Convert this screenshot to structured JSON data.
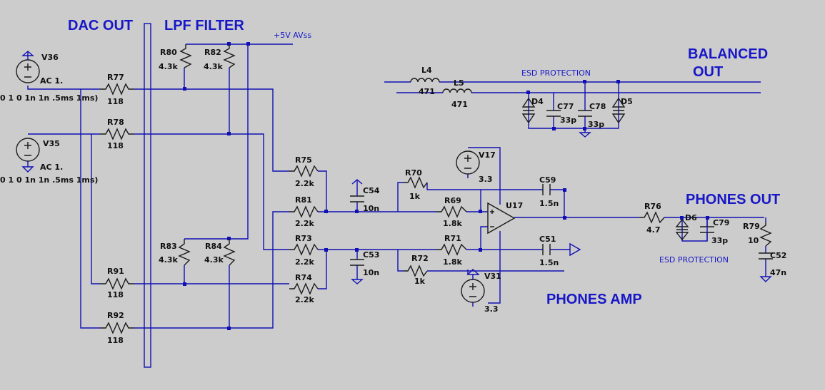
{
  "headings": {
    "dac_out": "DAC OUT",
    "lpf_filter": "LPF FILTER",
    "balanced_out_1": "BALANCED",
    "balanced_out_2": "OUT",
    "phones_out": "PHONES OUT",
    "phones_amp": "PHONES AMP"
  },
  "nets": {
    "supply": "+5V AVss",
    "esd_top": "ESD PROTECTION",
    "esd_bottom": "ESD PROTECTION"
  },
  "sources": {
    "v36": {
      "name": "V36",
      "value": "AC 1.",
      "spec": "0 1 0 1n 1n .5ms 1ms)"
    },
    "v35": {
      "name": "V35",
      "value": "AC 1.",
      "spec": "0 1 0 1n 1n .5ms 1ms)"
    },
    "v17": {
      "name": "V17",
      "value": "3.3"
    },
    "v31": {
      "name": "V31",
      "value": "3.3"
    }
  },
  "resistors": {
    "r77": {
      "name": "R77",
      "value": "118"
    },
    "r78": {
      "name": "R78",
      "value": "118"
    },
    "r91": {
      "name": "R91",
      "value": "118"
    },
    "r92": {
      "name": "R92",
      "value": "118"
    },
    "r80": {
      "name": "R80",
      "value": "4.3k"
    },
    "r82": {
      "name": "R82",
      "value": "4.3k"
    },
    "r83": {
      "name": "R83",
      "value": "4.3k"
    },
    "r84": {
      "name": "R84",
      "value": "4.3k"
    },
    "r75": {
      "name": "R75",
      "value": "2.2k"
    },
    "r81": {
      "name": "R81",
      "value": "2.2k"
    },
    "r73": {
      "name": "R73",
      "value": "2.2k"
    },
    "r74": {
      "name": "R74",
      "value": "2.2k"
    },
    "r70": {
      "name": "R70",
      "value": "1k"
    },
    "r69": {
      "name": "R69",
      "value": "1.8k"
    },
    "r71": {
      "name": "R71",
      "value": "1.8k"
    },
    "r72": {
      "name": "R72",
      "value": "1k"
    },
    "r76": {
      "name": "R76",
      "value": "4.7"
    },
    "r79": {
      "name": "R79",
      "value": "10"
    }
  },
  "capacitors": {
    "c54": {
      "name": "C54",
      "value": "10n"
    },
    "c53": {
      "name": "C53",
      "value": "10n"
    },
    "c59": {
      "name": "C59",
      "value": "1.5n"
    },
    "c51": {
      "name": "C51",
      "value": "1.5n"
    },
    "c77": {
      "name": "C77",
      "value": "33p"
    },
    "c78": {
      "name": "C78",
      "value": "33p"
    },
    "c79": {
      "name": "C79",
      "value": "33p"
    },
    "c52": {
      "name": "C52",
      "value": "47n"
    }
  },
  "inductors": {
    "l4": {
      "name": "L4",
      "value": "471"
    },
    "l5": {
      "name": "L5",
      "value": "471"
    }
  },
  "diodes": {
    "d4": {
      "name": "D4"
    },
    "d5": {
      "name": "D5"
    },
    "d6": {
      "name": "D6"
    }
  },
  "opamps": {
    "u17": {
      "name": "U17"
    }
  }
}
